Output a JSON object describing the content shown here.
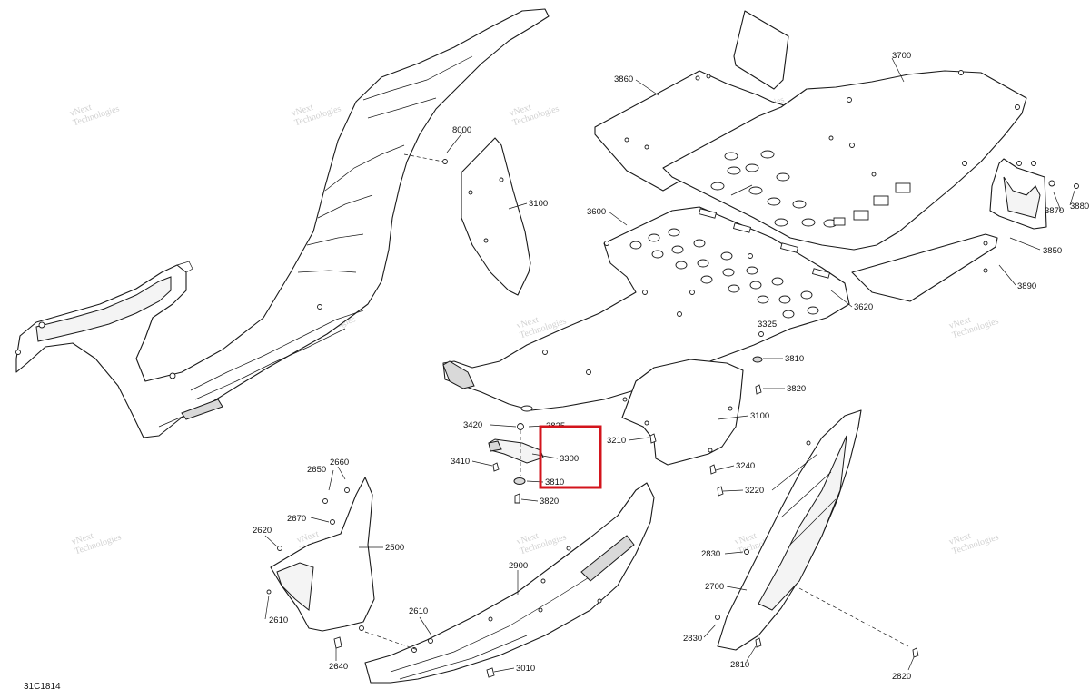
{
  "drawing_code": "31C1814",
  "watermark": {
    "line1": "vNext",
    "line2": "Technologies"
  },
  "highlight_color": "#d3141c",
  "callouts": [
    {
      "id": "c8000",
      "text": "8000"
    },
    {
      "id": "c3100a",
      "text": "3100"
    },
    {
      "id": "c3860",
      "text": "3860"
    },
    {
      "id": "c3700",
      "text": "3700"
    },
    {
      "id": "c3600",
      "text": "3600"
    },
    {
      "id": "c3870",
      "text": "3870"
    },
    {
      "id": "c3880",
      "text": "3880"
    },
    {
      "id": "c3850",
      "text": "3850"
    },
    {
      "id": "c3890",
      "text": "3890"
    },
    {
      "id": "c3620",
      "text": "3620"
    },
    {
      "id": "c3325",
      "text": "3325"
    },
    {
      "id": "c3810a",
      "text": "3810"
    },
    {
      "id": "c3820a",
      "text": "3820"
    },
    {
      "id": "c3100b",
      "text": "3100"
    },
    {
      "id": "c3420",
      "text": "3420"
    },
    {
      "id": "c3825",
      "text": "3825"
    },
    {
      "id": "c3210",
      "text": "3210"
    },
    {
      "id": "c3410",
      "text": "3410"
    },
    {
      "id": "c3300",
      "text": "3300"
    },
    {
      "id": "c3810b",
      "text": "3810"
    },
    {
      "id": "c3820b",
      "text": "3820"
    },
    {
      "id": "c3240",
      "text": "3240"
    },
    {
      "id": "c3220",
      "text": "3220"
    },
    {
      "id": "c2650",
      "text": "2650"
    },
    {
      "id": "c2660",
      "text": "2660"
    },
    {
      "id": "c2670",
      "text": "2670"
    },
    {
      "id": "c2620",
      "text": "2620"
    },
    {
      "id": "c2500",
      "text": "2500"
    },
    {
      "id": "c2900",
      "text": "2900"
    },
    {
      "id": "c2610a",
      "text": "2610"
    },
    {
      "id": "c2610b",
      "text": "2610"
    },
    {
      "id": "c2640",
      "text": "2640"
    },
    {
      "id": "c3010",
      "text": "3010"
    },
    {
      "id": "c2830a",
      "text": "2830"
    },
    {
      "id": "c2700",
      "text": "2700"
    },
    {
      "id": "c2830b",
      "text": "2830"
    },
    {
      "id": "c2810",
      "text": "2810"
    },
    {
      "id": "c2820",
      "text": "2820"
    }
  ]
}
